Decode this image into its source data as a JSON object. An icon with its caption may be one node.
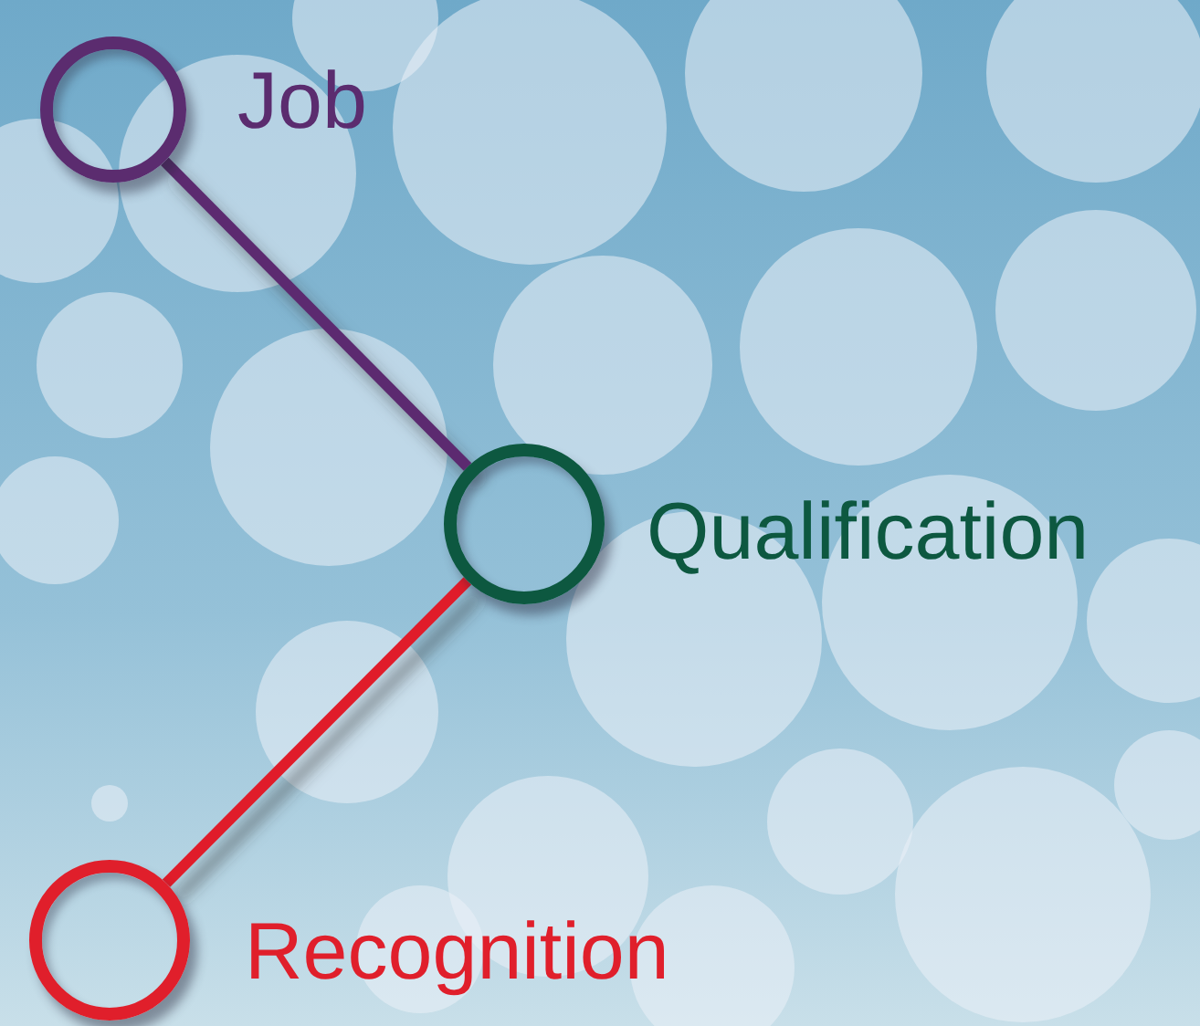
{
  "diagram": {
    "nodes": [
      {
        "text": [
          "Job"
        ]
      },
      {
        "text": [
          "Qualification"
        ]
      },
      {
        "text": [
          "Recognition"
        ]
      }
    ],
    "edges": [
      {
        "from": 0,
        "to": 1,
        "arrow": "none",
        "color": "#5b2c6f"
      },
      {
        "from": 1,
        "to": 2,
        "arrow": "none",
        "color": "#e01f2b"
      }
    ]
  }
}
